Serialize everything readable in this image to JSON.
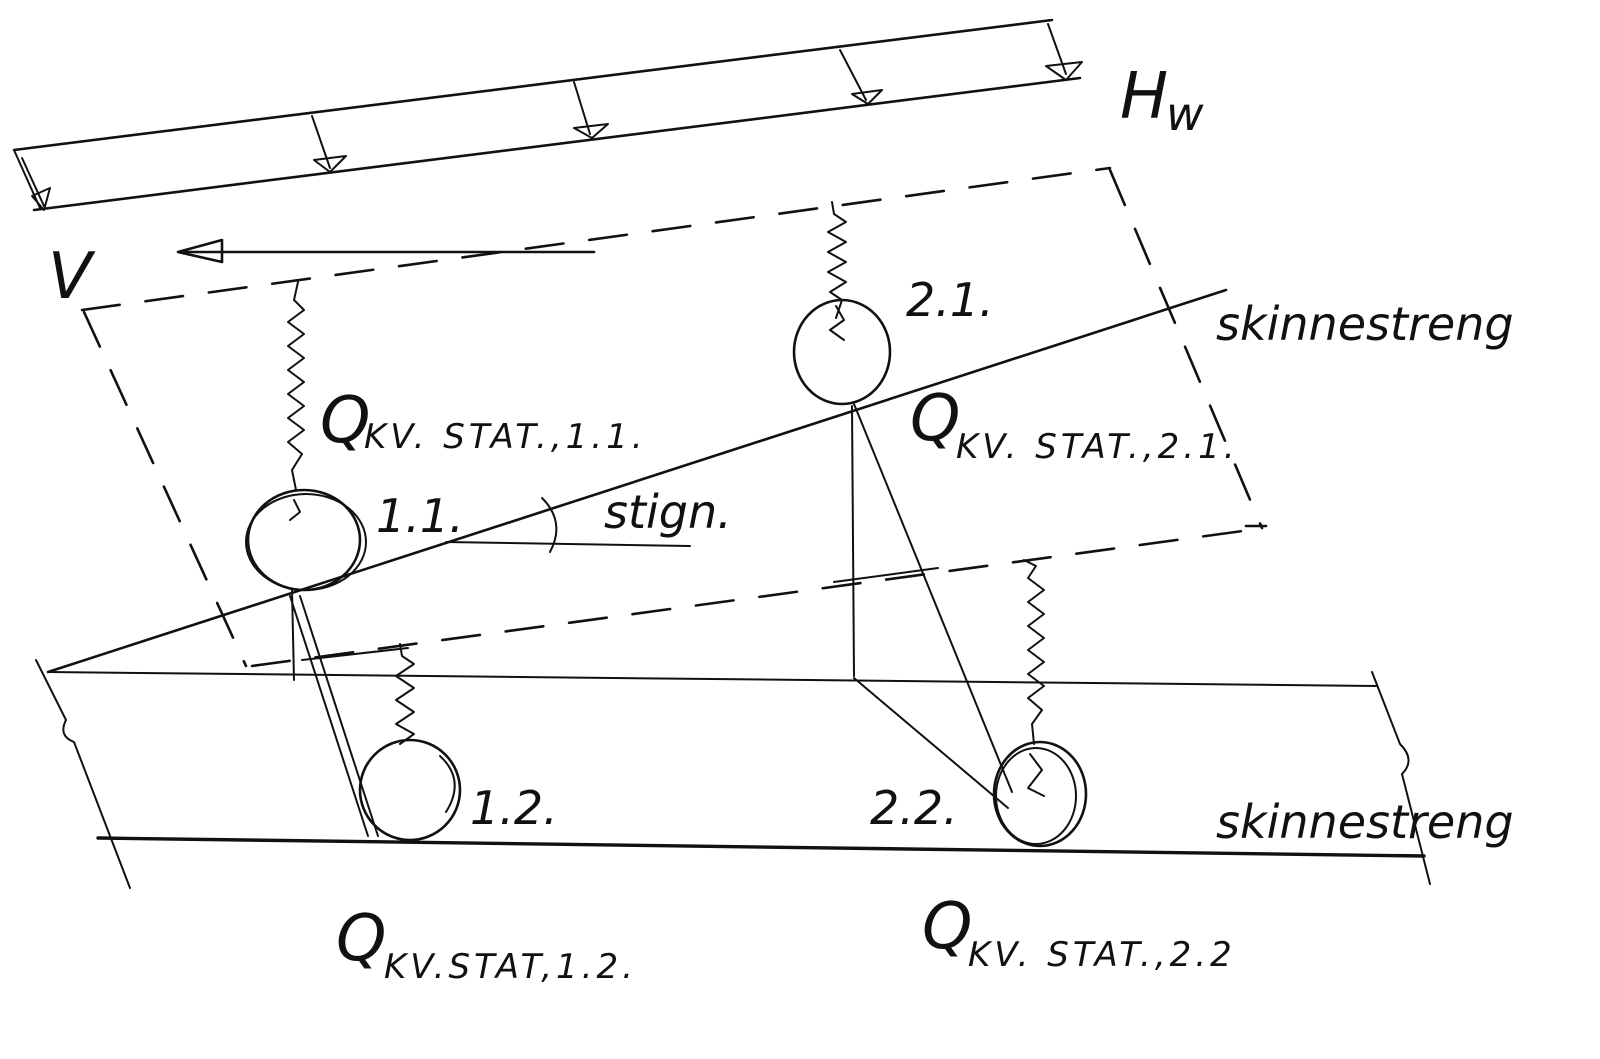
{
  "labels": {
    "wind": "H",
    "wind_sub": "w",
    "velocity": "V",
    "rail_upper": "skinnestreng",
    "rail_lower": "skinnestreng",
    "gradient": "stign.",
    "wheel_11": "1.1.",
    "wheel_12": "1.2.",
    "wheel_21": "2.1.",
    "wheel_22": "2.2.",
    "q_symbol": "Q",
    "q11_sub": "KV. STAT.,1.1.",
    "q21_sub": "KV. STAT.,2.1.",
    "q12_sub": "KV.STAT,1.2.",
    "q22_sub": "KV. STAT.,2.2"
  },
  "colors": {
    "ink": "#111111",
    "paper": "#ffffff"
  }
}
